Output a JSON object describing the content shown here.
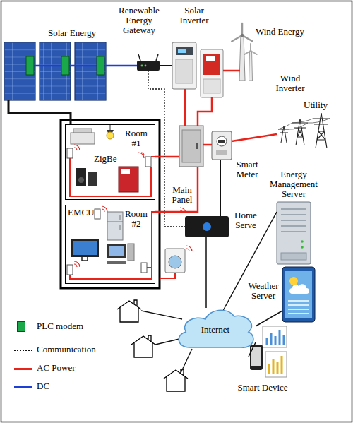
{
  "diagram": {
    "nodes": [
      {
        "text": [
          "Solar Energy"
        ]
      },
      {
        "text": [
          "Renewable Energy Gateway"
        ]
      },
      {
        "text": [
          "Solar Inverter"
        ]
      },
      {
        "text": [
          "Wind Energy"
        ]
      },
      {
        "text": [
          "Wind Inverter"
        ]
      },
      {
        "text": [
          "Utility"
        ]
      },
      {
        "text": [
          "Room #1"
        ]
      },
      {
        "text": [
          "Main Panel"
        ]
      },
      {
        "text": [
          "Smart Meter"
        ]
      },
      {
        "text": [
          "Energy Management Server"
        ]
      },
      {
        "text": [
          "Room #2"
        ]
      },
      {
        "text": [
          "Home Serve"
        ]
      },
      {
        "text": [
          "Weather Server"
        ]
      },
      {
        "text": [
          "Internet"
        ]
      },
      {
        "text": [
          "Smart Device"
        ]
      }
    ],
    "edges": [
      {
        "from": 0,
        "to": 1,
        "arrow": "none"
      },
      {
        "from": 1,
        "to": 2,
        "arrow": "none"
      },
      {
        "from": 2,
        "to": 7,
        "arrow": "none"
      },
      {
        "from": 3,
        "to": 4,
        "arrow": "none"
      },
      {
        "from": 4,
        "to": 7,
        "arrow": "none"
      },
      {
        "from": 5,
        "to": 8,
        "arrow": "none"
      },
      {
        "from": 8,
        "to": 7,
        "arrow": "none"
      },
      {
        "from": 7,
        "to": 6,
        "arrow": "none"
      },
      {
        "from": 7,
        "to": 10,
        "arrow": "none"
      },
      {
        "from": 0,
        "to": 6,
        "arrow": "none"
      },
      {
        "from": 1,
        "to": 11,
        "arrow": "none"
      },
      {
        "from": 8,
        "to": 11,
        "arrow": "none"
      },
      {
        "from": 11,
        "to": 13,
        "arrow": "none"
      },
      {
        "from": 13,
        "to": 9,
        "arrow": "none"
      },
      {
        "from": 13,
        "to": 12,
        "arrow": "none"
      },
      {
        "from": 13,
        "to": 14,
        "arrow": "none"
      }
    ],
    "labels": [
      "ZigBe",
      "EMCU"
    ],
    "legend": [
      {
        "text": "PLC modem",
        "color": "#1aa84a"
      },
      {
        "text": "Communication"
      },
      {
        "text": "AC Power"
      },
      {
        "text": "DC"
      }
    ]
  }
}
